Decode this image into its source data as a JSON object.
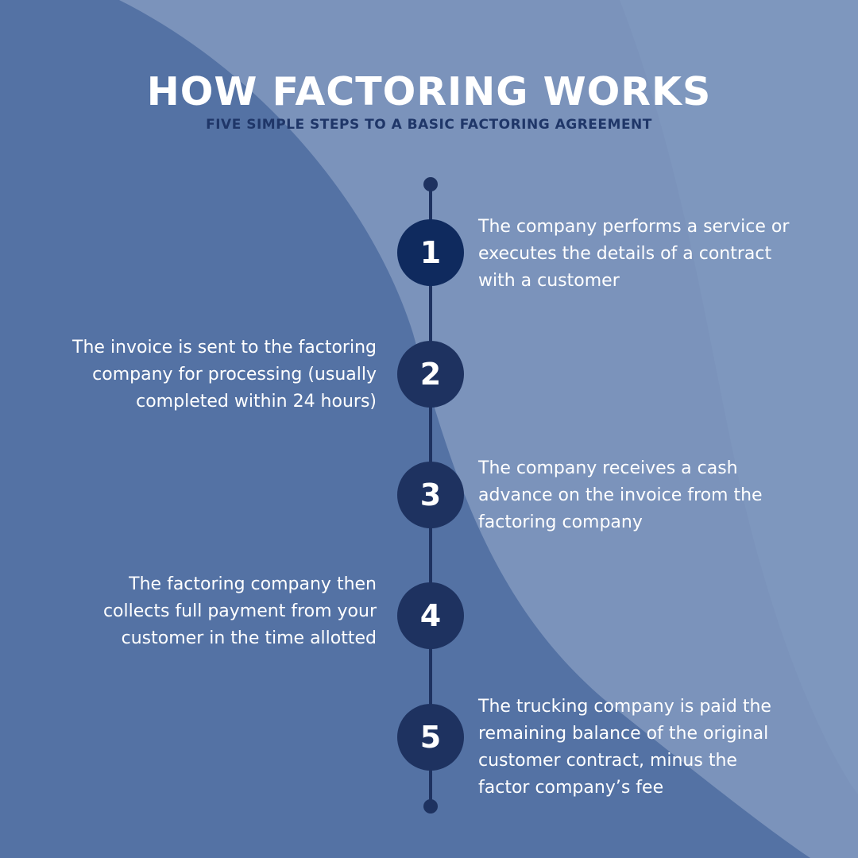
{
  "header": {
    "title": "HOW FACTORING WORKS",
    "subtitle": "FIVE SIMPLE STEPS TO A BASIC FACTORING AGREEMENT"
  },
  "colors": {
    "background_dark": "#5472a4",
    "background_light": "#7b93bb",
    "timeline": "#1e3260",
    "subtitle_text": "#1f3668",
    "text": "#ffffff"
  },
  "steps": [
    {
      "number": "1",
      "text": "The company performs a service or\nexecutes the details of a contract\nwith a customer"
    },
    {
      "number": "2",
      "text": "The invoice is sent to the factoring\ncompany for processing (usually\ncompleted within 24 hours)"
    },
    {
      "number": "3",
      "text": "The company receives a cash\nadvance on the invoice from the\nfactoring company"
    },
    {
      "number": "4",
      "text": "The factoring company then\ncollects full payment from your\ncustomer in the time allotted"
    },
    {
      "number": "5",
      "text": "The trucking company is paid the\nremaining balance of the original\ncustomer contract, minus the\nfactor company’s fee"
    }
  ]
}
